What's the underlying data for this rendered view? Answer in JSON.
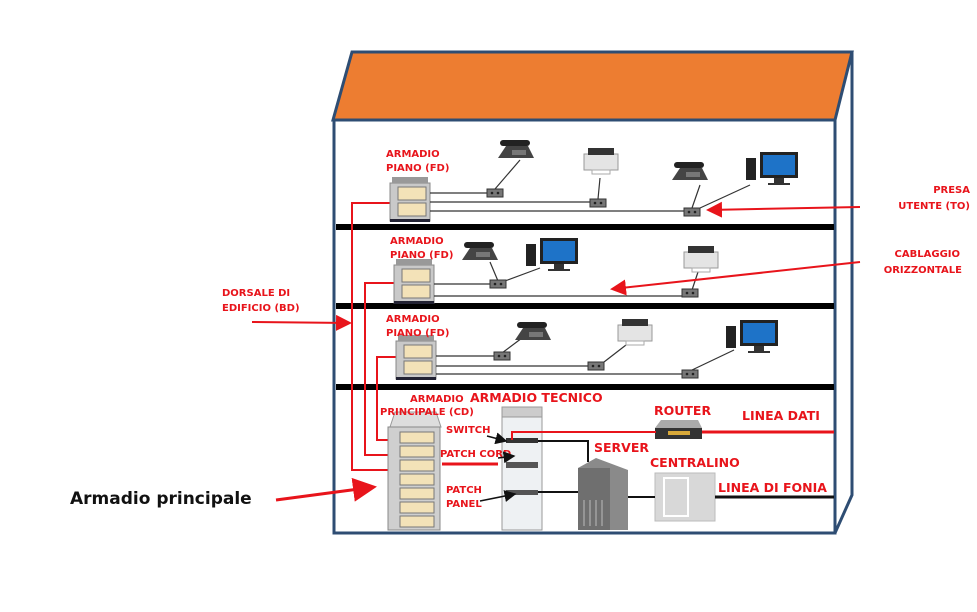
{
  "colors": {
    "roof": "#ED7D31",
    "walls": "#2E4D73",
    "floor": "#000000",
    "labels": "#E8141B",
    "backbone": "#E8141B"
  },
  "floors": [
    {
      "cabinet": [
        "ARMADIO",
        "PIANO (FD)"
      ]
    },
    {
      "cabinet": [
        "ARMADIO",
        "PIANO (FD)"
      ]
    },
    {
      "cabinet": [
        "ARMADIO",
        "PIANO (FD)"
      ]
    }
  ],
  "ground": {
    "main_cabinet": [
      "ARMADIO",
      "PRINCIPALE (CD)"
    ],
    "tech_cabinet": "ARMADIO TECNICO",
    "switch": "SWITCH",
    "patch_cord": "PATCH CORD",
    "patch_panel": [
      "PATCH",
      "PANEL"
    ],
    "server": "SERVER",
    "router": "ROUTER",
    "pbx": "CENTRALINO",
    "data_line": "LINEA DATI",
    "phone_line": "LINEA DI FONIA"
  },
  "callouts": {
    "outlet": [
      "PRESA",
      "UTENTE (TO)"
    ],
    "horizontal": [
      "CABLAGGIO",
      "ORIZZONTALE"
    ],
    "backbone": [
      "DORSALE DI",
      "EDIFICIO (BD)"
    ],
    "main": "Armadio principale"
  }
}
